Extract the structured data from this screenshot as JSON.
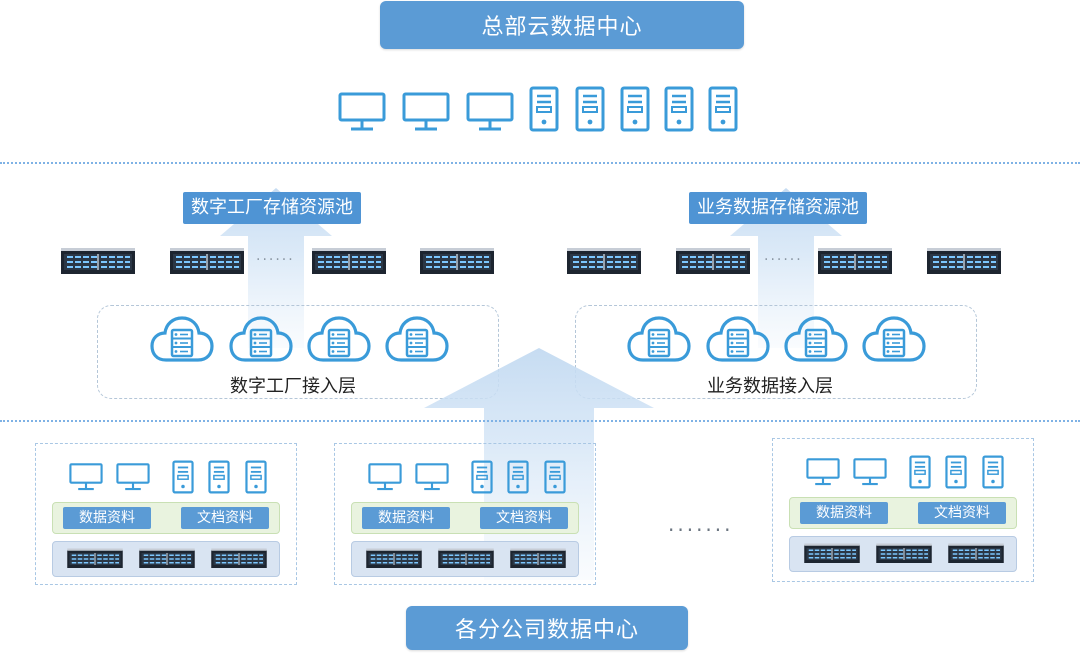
{
  "hq": {
    "title": "总部云数据中心"
  },
  "pools": {
    "left": "数字工厂存储资源池",
    "right": "业务数据存储资源池"
  },
  "layers": {
    "left": "数字工厂接入层",
    "right": "业务数据接入层"
  },
  "branch_tags": {
    "data": "数据资料",
    "docs": "文档资料"
  },
  "continuation": {
    "large": "·······",
    "small": "······"
  },
  "footer": {
    "title": "各分公司数据中心"
  },
  "icons": {
    "monitor": "monitor-icon",
    "server_tower": "server-tower-icon",
    "rack_server": "rack-server-icon",
    "cloud_server": "cloud-server-icon",
    "flow_arrow": "flow-arrow"
  },
  "colors": {
    "accent": "#3a9bd9",
    "banner": "#5b9bd5",
    "tag_strip": "#e9f3df",
    "rack_strip": "#d9e4f2"
  }
}
